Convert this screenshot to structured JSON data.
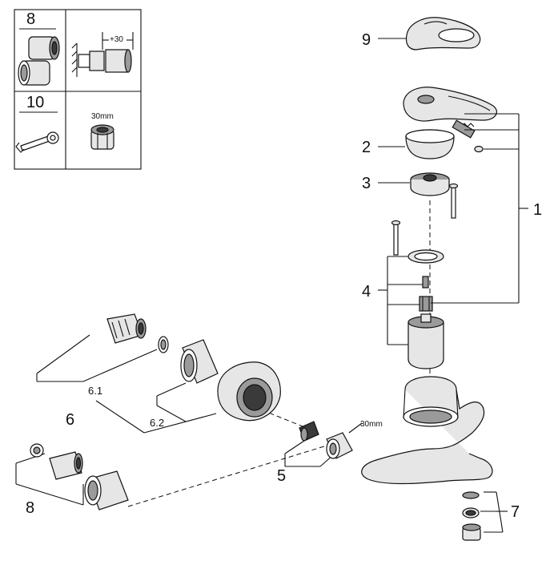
{
  "inset": {
    "cell_8_label": "8",
    "cell_offset_label": "+30",
    "cell_10_label": "10",
    "cell_30mm_label": "30mm"
  },
  "callouts": {
    "p1": "1",
    "p2": "2",
    "p3": "3",
    "p4": "4",
    "p5": "5",
    "p5_size": "30mm",
    "p6": "6",
    "p6_1": "6.1",
    "p6_2": "6.2",
    "p7": "7",
    "p8": "8",
    "p9": "9"
  }
}
